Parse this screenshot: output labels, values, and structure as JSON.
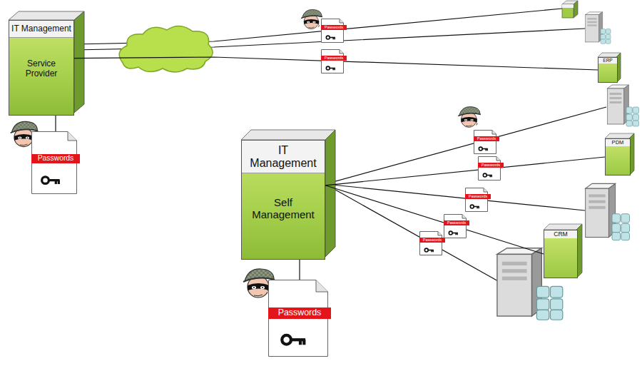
{
  "diagram": {
    "nodes": [
      {
        "text": [
          "IT Management",
          "Service Provider"
        ]
      },
      {
        "text": [
          "Passwords"
        ]
      },
      {
        "text": [
          "IT Management",
          "Self Management"
        ]
      },
      {
        "text": [
          "Passwords"
        ]
      },
      {
        "text": [
          "ERP"
        ]
      },
      {
        "text": [
          "PDM"
        ]
      },
      {
        "text": [
          "CRM"
        ]
      }
    ],
    "edges": [
      {
        "from": 0,
        "to": 1,
        "arrow": "none"
      },
      {
        "from": 2,
        "to": 3,
        "arrow": "none"
      },
      {
        "from": 0,
        "to": 4,
        "label": "Passwords",
        "arrow": "none"
      },
      {
        "from": 2,
        "to": 5,
        "label": "Passwords",
        "arrow": "none"
      },
      {
        "from": 2,
        "to": 6,
        "label": "Passwords",
        "arrow": "none"
      }
    ],
    "labels": [
      "Passwords",
      "Passwords",
      "Passwords",
      "Passwords"
    ]
  }
}
